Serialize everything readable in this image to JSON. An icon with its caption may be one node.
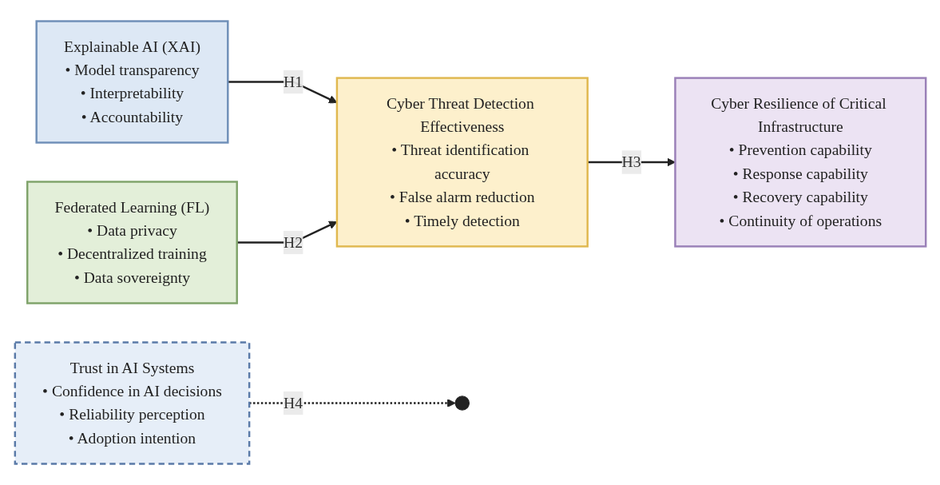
{
  "diagram": {
    "nodes": [
      {
        "text": [
          "Explainable AI (XAI)",
          "• Model transparency",
          "• Interpretability",
          "• Accountability"
        ]
      },
      {
        "text": [
          "Federated Learning (FL)",
          "• Data privacy",
          "• Decentralized training",
          "• Data sovereignty"
        ]
      },
      {
        "text": [
          "Cyber Threat Detection Effectiveness",
          "• Threat identification accuracy",
          "• False alarm reduction",
          "• Timely detection"
        ]
      },
      {
        "text": [
          "Trust in AI Systems",
          "• Confidence in AI decisions",
          "• Reliability perception",
          "• Adoption intention"
        ]
      },
      {
        "text": [
          "Cyber Resilience of Critical Infrastructure",
          "• Prevention capability",
          "• Response capability",
          "• Recovery capability",
          "• Continuity of operations"
        ]
      }
    ],
    "edges": [
      {
        "from": 0,
        "to": 2,
        "arrow": "to",
        "label": "H1"
      },
      {
        "from": 1,
        "to": 2,
        "arrow": "to",
        "label": "H2"
      },
      {
        "from": 2,
        "to": 4,
        "arrow": "to",
        "label": "H3"
      },
      {
        "from": 3,
        "to": null,
        "arrow": "to",
        "label": "H4",
        "style": "dashed"
      }
    ]
  }
}
